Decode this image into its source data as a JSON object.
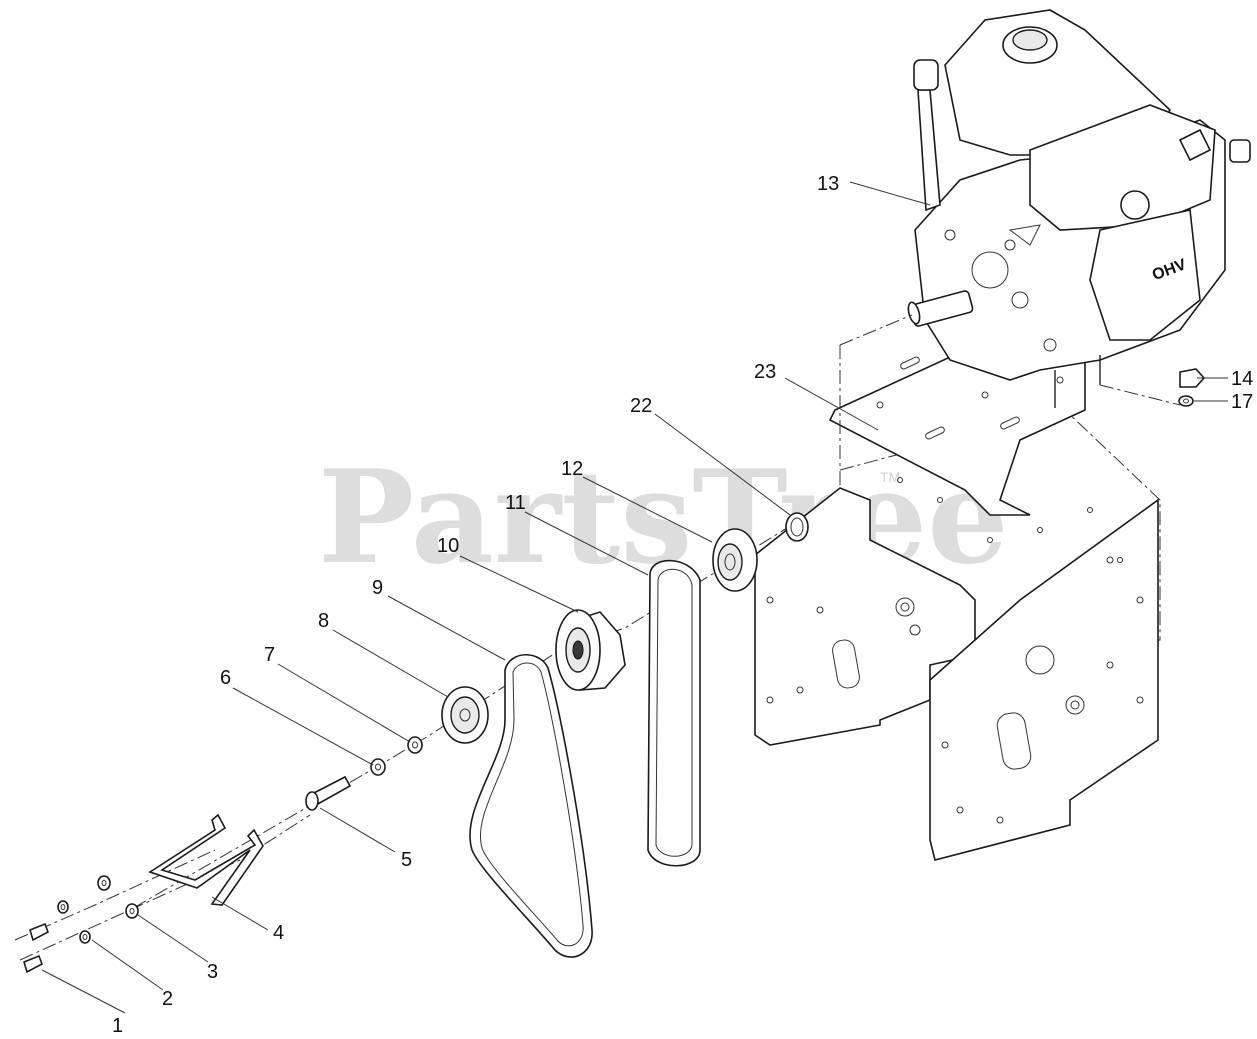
{
  "watermark": {
    "text": "PartsTree",
    "trademark": "TM"
  },
  "engine_badge": "OHV",
  "callouts": [
    {
      "id": "1",
      "label": "1"
    },
    {
      "id": "2",
      "label": "2"
    },
    {
      "id": "3",
      "label": "3"
    },
    {
      "id": "4",
      "label": "4"
    },
    {
      "id": "5",
      "label": "5"
    },
    {
      "id": "6",
      "label": "6"
    },
    {
      "id": "7",
      "label": "7"
    },
    {
      "id": "8",
      "label": "8"
    },
    {
      "id": "9",
      "label": "9"
    },
    {
      "id": "10",
      "label": "10"
    },
    {
      "id": "11",
      "label": "11"
    },
    {
      "id": "12",
      "label": "12"
    },
    {
      "id": "13",
      "label": "13"
    },
    {
      "id": "14",
      "label": "14"
    },
    {
      "id": "17",
      "label": "17"
    },
    {
      "id": "22",
      "label": "22"
    },
    {
      "id": "23",
      "label": "23"
    }
  ]
}
